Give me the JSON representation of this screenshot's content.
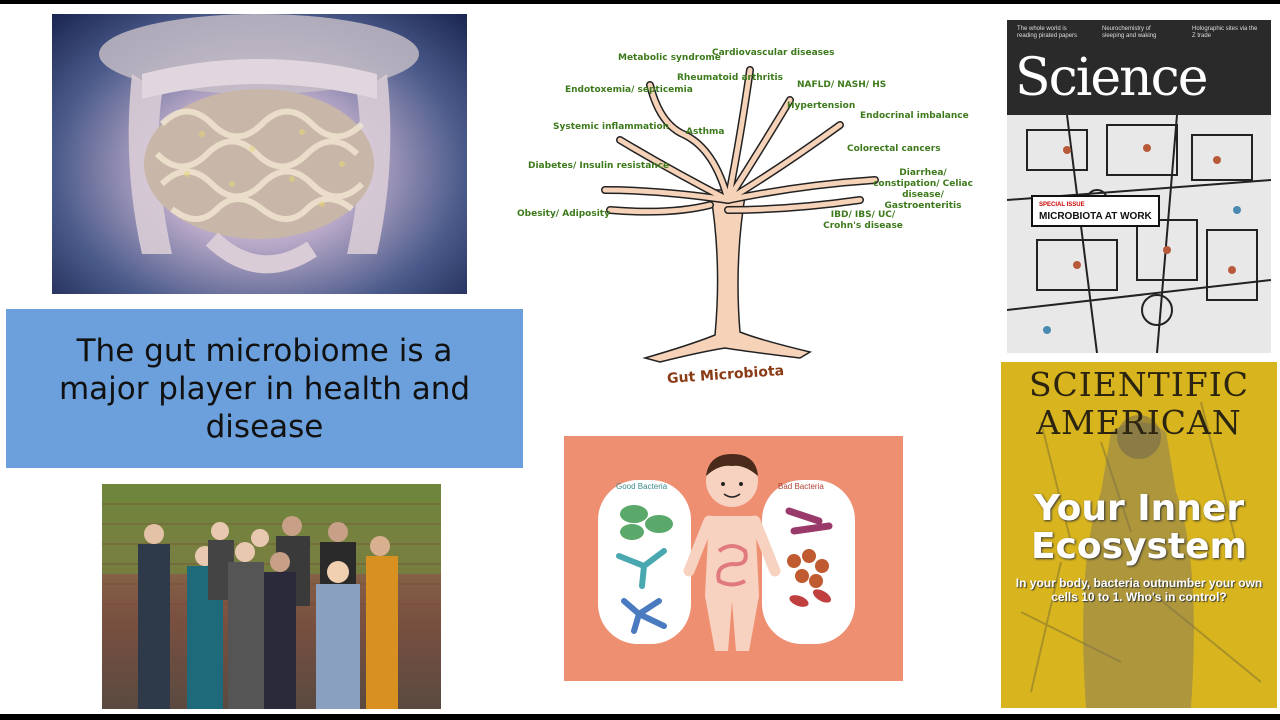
{
  "title_box": {
    "text": "The gut microbiome is a major player in health and disease"
  },
  "tree": {
    "title": "Gut Microbiota",
    "labels": [
      "Metabolic syndrome",
      "Cardiovascular diseases",
      "Rheumatoid arthritis",
      "NAFLD/ NASH/ HS",
      "Endotoxemia/ septicemia",
      "Hypertension",
      "Endocrinal imbalance",
      "Systemic inflammation",
      "Asthma",
      "Colorectal cancers",
      "Diabetes/ Insulin resistance",
      "Diarrhea/ constipation/ Celiac disease/ Gastroenteritis",
      "Obesity/ Adiposity",
      "IBD/ IBS/ UC/ Crohn's disease"
    ]
  },
  "science_cover": {
    "masthead": "Science",
    "top_left": "The whole world is reading pirated papers",
    "top_mid": "Neurochemistry of sleeping and waking",
    "top_right": "Holographic sites via the Z trade",
    "badge_kicker": "SPECIAL ISSUE",
    "badge_text": "MICROBIOTA AT WORK"
  },
  "sciam_cover": {
    "masthead": "SCIENTIFIC AMERICAN",
    "headline": "Your Inner Ecosystem",
    "subtitle": "In your body, bacteria outnumber your own cells 10 to 1. Who's in control?"
  },
  "bacteria_illustration": {
    "good_label": "Good Bacteria",
    "bad_label": "Bad Bacteria"
  },
  "colors": {
    "title_box_bg": "#6ba0dc",
    "tree_label": "#3d7a1c",
    "sciam_bg": "#d8b41e",
    "bacteria_bg": "#ef8f72"
  }
}
